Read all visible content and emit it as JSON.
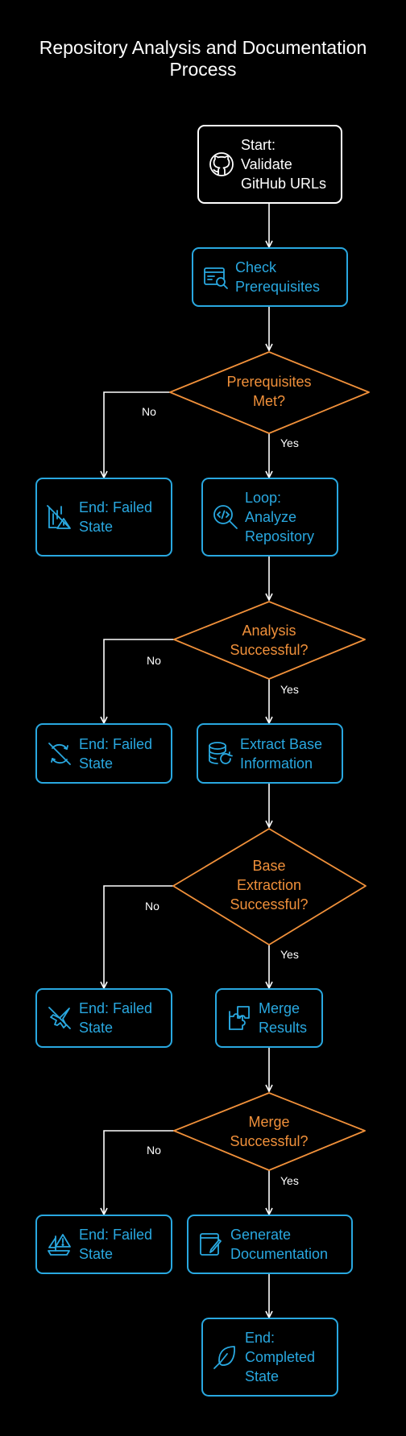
{
  "title": "Repository Analysis and Documentation\nProcess",
  "nodes": {
    "start": "Start:\nValidate\nGitHub URLs",
    "check": "Check\nPrerequisites",
    "fail1": "End: Failed\nState",
    "loop": "Loop:\nAnalyze\nRepository",
    "fail2": "End: Failed\nState",
    "extract": "Extract Base\nInformation",
    "fail3": "End: Failed\nState",
    "merge": "Merge\nResults",
    "fail4": "End: Failed\nState",
    "generate": "Generate\nDocumentation",
    "end": "End:\nCompleted\nState"
  },
  "decisions": {
    "d1": "Prerequisites\nMet?",
    "d2": "Analysis\nSuccessful?",
    "d3": "Base\nExtraction\nSuccessful?",
    "d4": "Merge\nSuccessful?"
  },
  "edges": {
    "yes": "Yes",
    "no": "No"
  },
  "icons": {
    "start": "github-icon",
    "check": "check-prerequisites-icon",
    "fail1": "broken-chart-warning-icon",
    "loop": "code-search-icon",
    "fail2": "broken-cycle-icon",
    "extract": "database-refresh-icon",
    "fail3": "broken-plane-icon",
    "merge": "puzzle-icon",
    "fail4": "sailboat-warning-icon",
    "generate": "notebook-pen-icon",
    "end": "leaf-icon"
  },
  "colors": {
    "background": "#000000",
    "process": "#29a8e0",
    "decision": "#f0903a",
    "start": "#ffffff",
    "connector": "#ffffff"
  }
}
